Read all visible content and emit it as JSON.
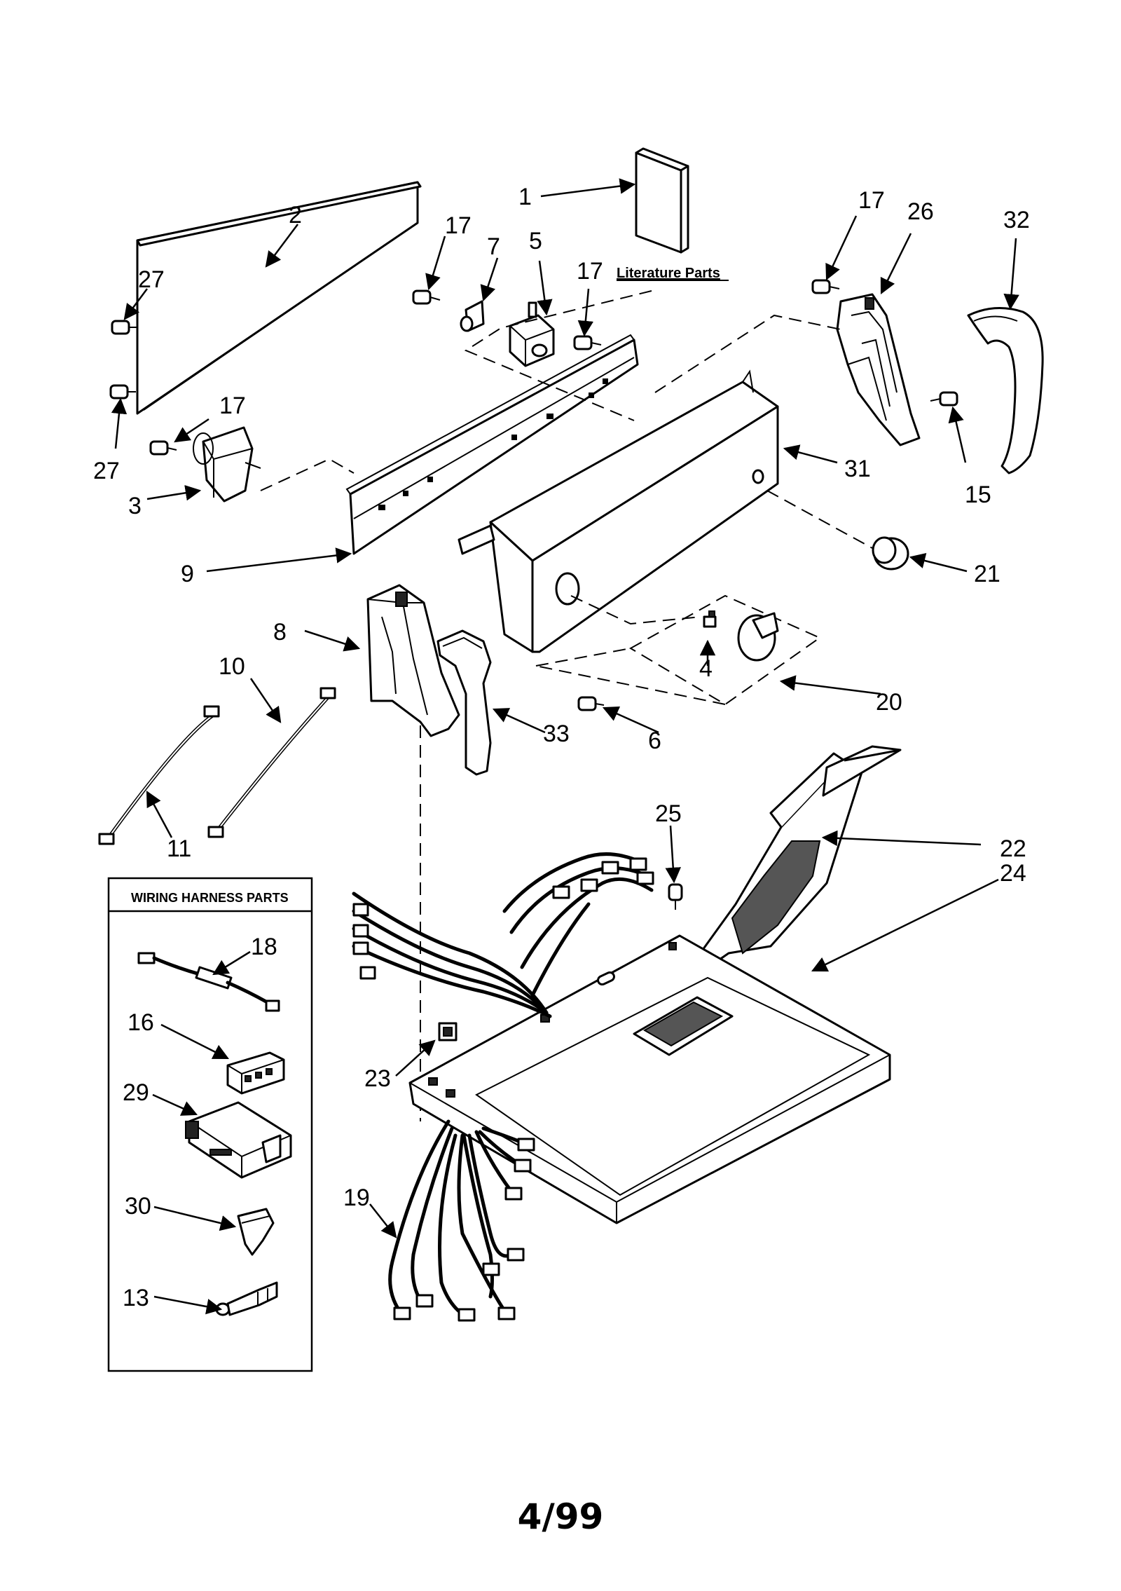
{
  "callouts": {
    "c1": "1",
    "c2": "2",
    "c3": "3",
    "c4": "4",
    "c5": "5",
    "c6": "6",
    "c7": "7",
    "c8": "8",
    "c9": "9",
    "c10": "10",
    "c11": "11",
    "c13": "13",
    "c15": "15",
    "c16": "16",
    "c17a": "17",
    "c17b": "17",
    "c17c": "17",
    "c17d": "17",
    "c18": "18",
    "c19": "19",
    "c20": "20",
    "c21": "21",
    "c22": "22",
    "c23": "23",
    "c24": "24",
    "c25": "25",
    "c26": "26",
    "c27a": "27",
    "c27b": "27",
    "c29": "29",
    "c30": "30",
    "c31": "31",
    "c32": "32",
    "c33": "33"
  },
  "labels": {
    "literature_parts": "Literature Parts",
    "wiring_harness_parts": "WIRING HARNESS PARTS"
  },
  "footer": {
    "page_date": "4/99"
  }
}
